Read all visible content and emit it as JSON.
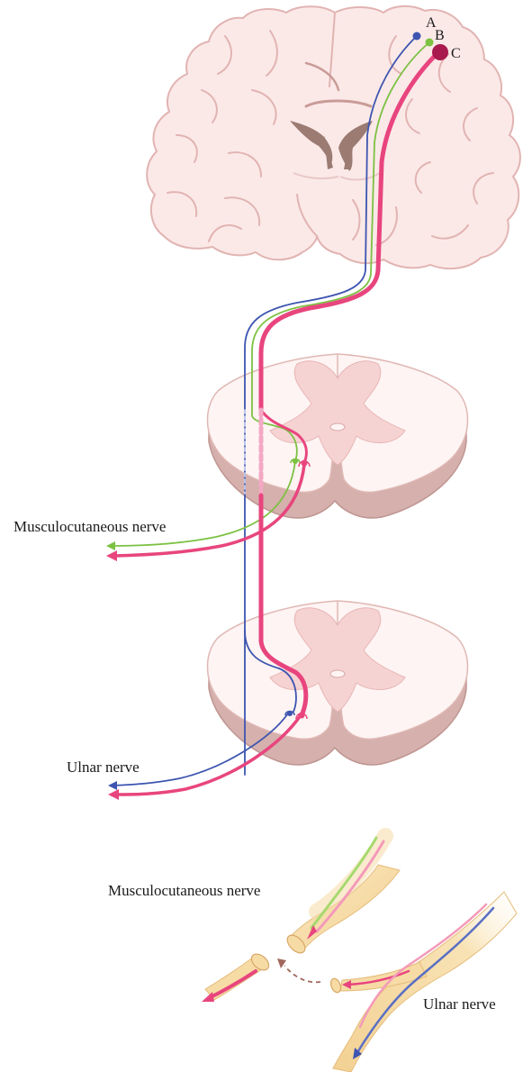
{
  "figure": {
    "points": {
      "a": "A",
      "b": "B",
      "c": "C"
    },
    "spinal_labels": {
      "upper_nerve": "Musculocutaneous nerve",
      "lower_nerve": "Ulnar nerve"
    },
    "transfer_labels": {
      "upper_nerve": "Musculocutaneous nerve",
      "lower_nerve": "Ulnar nerve"
    }
  },
  "colors": {
    "tract_blue": "#3d55b0",
    "tract_green": "#7cc142",
    "tract_pink": "#e8457e",
    "point_c": "#a8194d",
    "brain_fill": "#fbe9e8",
    "brain_outline": "#e1b4b2",
    "ventricle": "#9b7b72",
    "cord_white": "#fdf4f3",
    "cord_grey": "#f6d3d3",
    "cord_side": "#d5b0ad",
    "nerve_fill": "#f6dba5",
    "nerve_outline": "#e5bc7a",
    "arrow_dash": "#a0685c"
  }
}
